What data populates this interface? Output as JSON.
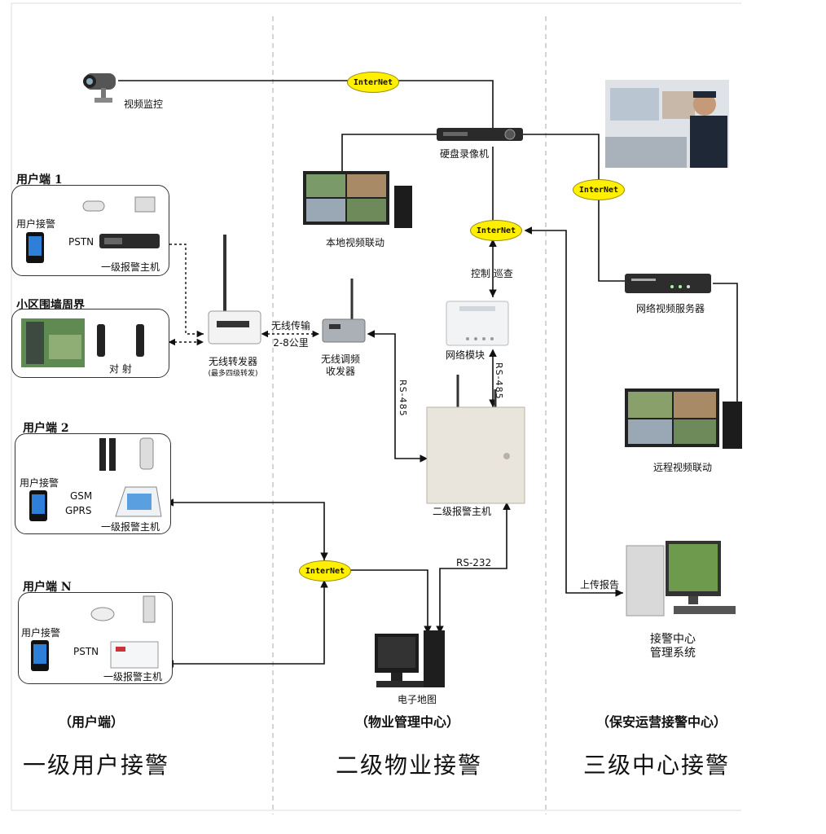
{
  "columns": [
    {
      "title": "一级用户接警",
      "subtitle": "（用户端）"
    },
    {
      "title": "二级物业接警",
      "subtitle": "（物业管理中心）"
    },
    {
      "title": "三级中心接警",
      "subtitle": "（保安运营接警中心）"
    }
  ],
  "internet_label": "InterNet",
  "user_blocks": {
    "user1": {
      "title": "用户端 1",
      "phone": "用户接警",
      "link": "PSTN",
      "host": "一级报警主机"
    },
    "perimeter": {
      "title": "小区围墙周界",
      "pair": "对  射"
    },
    "user2": {
      "title": "用户端 2",
      "phone": "用户接警",
      "link1": "GSM",
      "link2": "GPRS",
      "host": "一级报警主机"
    },
    "userN": {
      "title": "用户端 N",
      "phone": "用户接警",
      "link": "PSTN",
      "host": "一级报警主机"
    }
  },
  "devices": {
    "camera": "视频监控",
    "dvr": "硬盘录像机",
    "local_video": "本地视频联动",
    "repeater": "无线转发器",
    "repeater_note": "(最多四级转发)",
    "wireless_link1": "无线传输",
    "wireless_link2": "2-8公里",
    "transceiver1": "无线调频",
    "transceiver2": "收发器",
    "control": "控制 巡查",
    "network_module": "网络模块",
    "rs485": "RS-485",
    "rs232": "RS-232",
    "second_host": "二级报警主机",
    "emap": "电子地图",
    "video_server": "网络视频服务器",
    "remote_video": "远程视频联动",
    "upload": "上传报告",
    "center1": "接警中心",
    "center2": "管理系统"
  }
}
